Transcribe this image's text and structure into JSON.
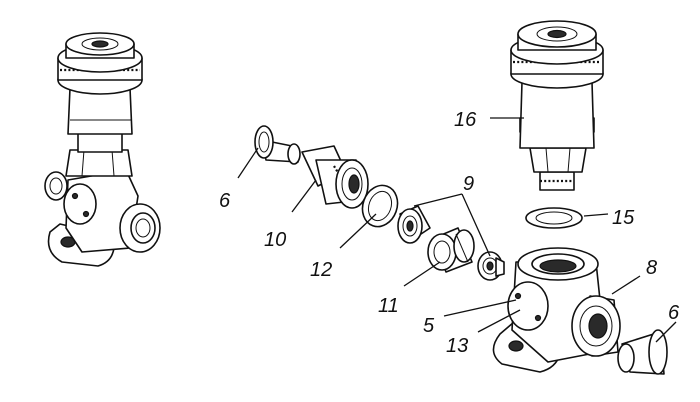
{
  "callouts": [
    {
      "id": "c6a",
      "label": "6"
    },
    {
      "id": "c10",
      "label": "10"
    },
    {
      "id": "c12",
      "label": "12"
    },
    {
      "id": "c9",
      "label": "9"
    },
    {
      "id": "c11",
      "label": "11"
    },
    {
      "id": "c5",
      "label": "5"
    },
    {
      "id": "c13",
      "label": "13"
    },
    {
      "id": "c16",
      "label": "16"
    },
    {
      "id": "c15",
      "label": "15"
    },
    {
      "id": "c8",
      "label": "8"
    },
    {
      "id": "c6b",
      "label": "6"
    }
  ]
}
